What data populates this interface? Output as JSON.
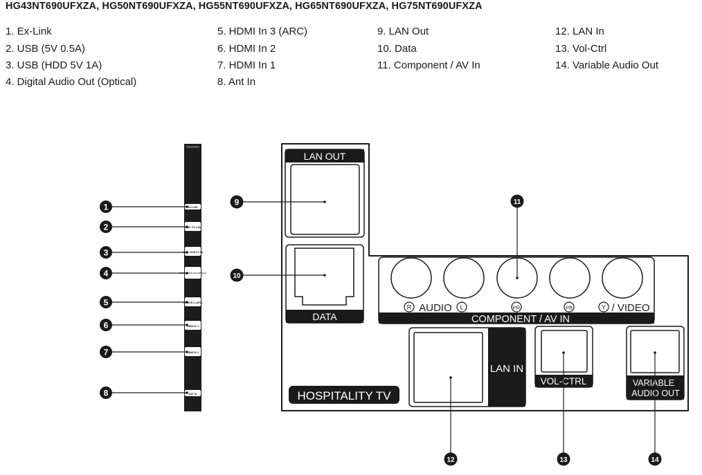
{
  "title": "HG43NT690UFXZA, HG50NT690UFXZA, HG55NT690UFXZA, HG65NT690UFXZA, HG75NT690UFXZA",
  "legend": [
    "1. Ex-Link",
    "2. USB (5V 0.5A)",
    "3. USB (HDD 5V 1A)",
    "4. Digital Audio Out (Optical)",
    "5. HDMI In 3 (ARC)",
    "6. HDMI In 2",
    "7. HDMI In 1",
    "8. Ant In",
    "9. LAN Out",
    "10. Data",
    "11. Component / AV In",
    "12. LAN In",
    "13. Vol-Ctrl",
    "14. Variable Audio Out"
  ],
  "callouts": [
    "1",
    "2",
    "3",
    "4",
    "5",
    "6",
    "7",
    "8",
    "9",
    "10",
    "11",
    "12",
    "13",
    "14"
  ],
  "side_panel": {
    "ports": [
      "EX-LINK",
      "USB • 5V 0.5A",
      "USB • HDD 5V 1A",
      "DIGITAL AUDIO OUT (OPTICAL)",
      "HDMI IN 3 (ARC)",
      "HDMI IN 2",
      "HDMI IN 1",
      "ANT IN"
    ]
  },
  "rear_panel": {
    "lan_out": "LAN OUT",
    "data": "DATA",
    "audio_r": "R",
    "audio_word": "AUDIO",
    "audio_l": "L",
    "pr": "PR",
    "pb": "PB",
    "y": "Y",
    "video": "/ VIDEO",
    "component": "COMPONENT / AV IN",
    "lan_in": "LAN IN",
    "vol_ctrl": "VOL-CTRL",
    "variable_1": "VARIABLE",
    "variable_2": "AUDIO OUT",
    "hospitality": "HOSPITALITY TV"
  }
}
